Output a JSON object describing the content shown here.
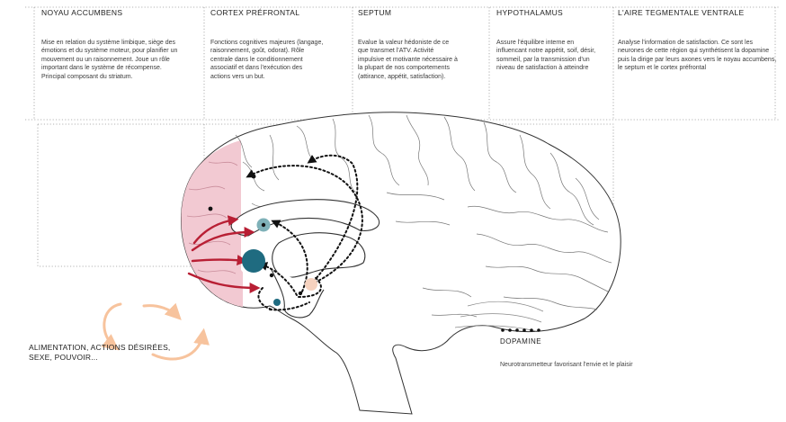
{
  "columns": [
    {
      "title": "NOYAU ACCUMBENS",
      "body": "Mise en relation du système limbique, siège des émotions et du système moteur, pour planifier un mouvement ou un raisonnement. Joue un rôle important dans le système de récompense. Principal composant du striatum."
    },
    {
      "title": "CORTEX PRÉFRONTAL",
      "body": "Fonctions cognitives majeures (langage, raisonnement, goût, odorat). Rôle centrale dans le conditionnement associatif et dans l'exécution des actions vers un but."
    },
    {
      "title": "SEPTUM",
      "body": "Evalue la valeur hédoniste de ce que transmet l'ATV. Activité impulsive et motivante nécessaire à la plupart de nos comportements (attirance, appétit, satisfaction)."
    },
    {
      "title": "HYPOTHALAMUS",
      "body": "Assure l'équilibre interne en influencant notre appétit, soif, désir, sommeil, par la transmission d'un niveau de satisfaction à atteindre"
    },
    {
      "title": "L'AIRE TEGMENTALE VENTRALE",
      "body": "Analyse l'information de satisfaction. Ce sont les neurones de cette région qui synthétisent la dopamine puis la dirige par leurs axones vers le noyau accumbens, le septum et le cortex préfrontal"
    }
  ],
  "cycle_label": "ALIMENTATION, ACTIONS DÉSIRÉES, SEXE, POUVOIR...",
  "legend": {
    "title": "DOPAMINE",
    "description": "Neurotransmetteur favorisant l'envie et le plaisir"
  },
  "colors": {
    "prefrontal": "#f2c9d2",
    "arrow_red": "#b81f34",
    "accumbens": "#1f6b80",
    "septum": "#7fb1b8",
    "vta": "#f6d2bf",
    "cycle": "#f7c39d"
  }
}
